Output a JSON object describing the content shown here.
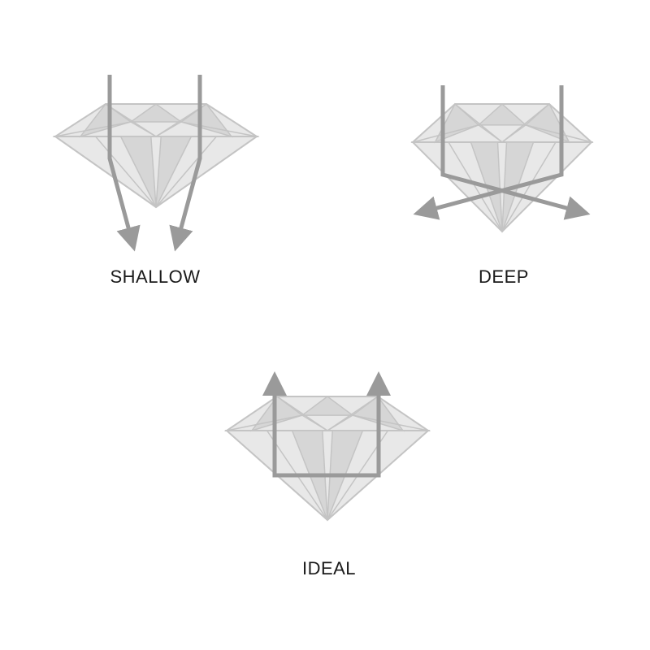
{
  "figure": {
    "colors": {
      "background": "#ffffff",
      "facet_fill": "#e8e8e8",
      "facet_fill_dark": "#d6d6d6",
      "facet_line": "#c4c4c4",
      "light_path": "#9a9a9a",
      "caption_text": "#1a1a1a"
    },
    "cuts": [
      {
        "id": "shallow",
        "caption": "SHALLOW"
      },
      {
        "id": "deep",
        "caption": "DEEP"
      },
      {
        "id": "ideal",
        "caption": "IDEAL"
      }
    ]
  }
}
